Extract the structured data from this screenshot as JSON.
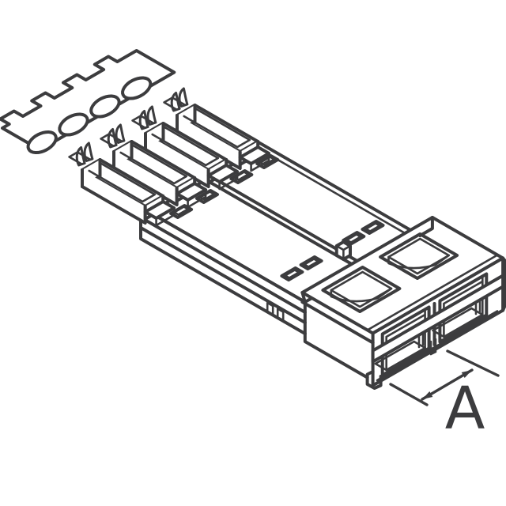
{
  "drawing": {
    "kind": "technical-line-drawing",
    "subject": "2-position crimp connector housing with strip-fed crimp terminals, isometric view",
    "line_color": "#3c3c3e",
    "background": "#ffffff"
  },
  "dimension": {
    "label": "A"
  }
}
